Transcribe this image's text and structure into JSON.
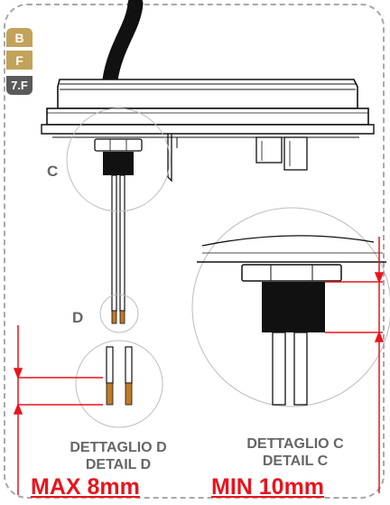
{
  "badges": {
    "b": "B",
    "f": "F",
    "sevenf": "7.F"
  },
  "callouts": {
    "c": "C",
    "d": "D"
  },
  "detail_d": {
    "line1": "DETTAGLIO D",
    "line2": "DETAIL D",
    "limit": "MAX 8mm"
  },
  "detail_c": {
    "line1": "DETTAGLIO C",
    "line2": "DETAIL C",
    "limit": "MIN 10mm"
  },
  "colors": {
    "badge_gold": "#c3a25a",
    "badge_dark": "#5a5a5a",
    "dimension_red": "#e8141c",
    "label_gray": "#666666",
    "frame_gray": "#a8a8a8",
    "wire_copper": "#c07a28"
  }
}
